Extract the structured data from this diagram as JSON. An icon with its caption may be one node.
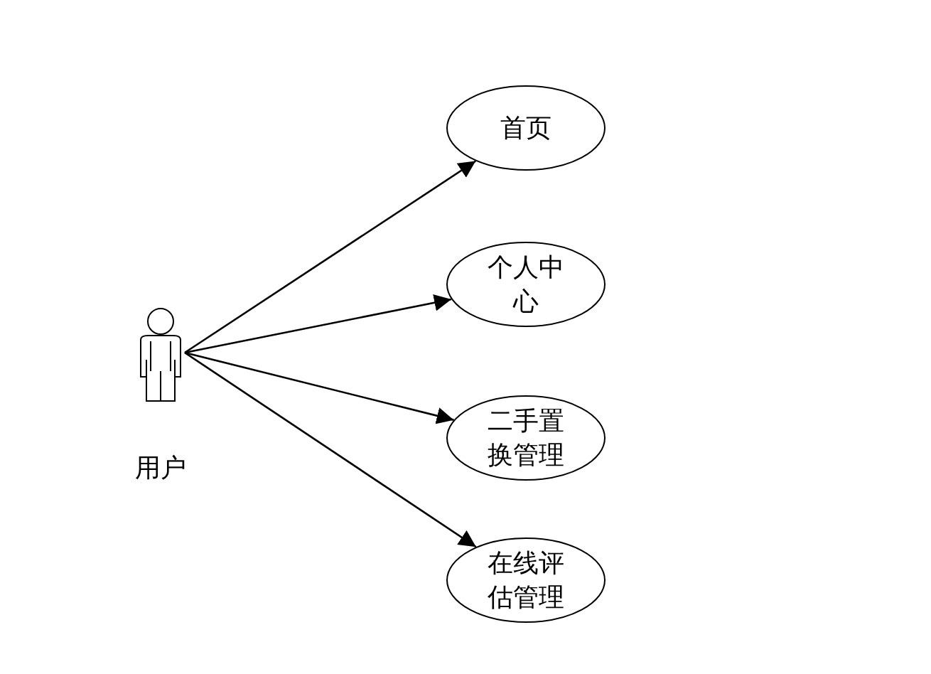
{
  "diagram": {
    "nodes": [
      {
        "text": [
          "用户"
        ]
      },
      {
        "text": [
          "首页"
        ]
      },
      {
        "text": [
          "个人中心"
        ]
      },
      {
        "text": [
          "二手置换管理"
        ]
      },
      {
        "text": [
          "在线评估管理"
        ]
      }
    ],
    "edges": [
      {
        "from": 0,
        "to": 1,
        "arrow": "to"
      },
      {
        "from": 0,
        "to": 2,
        "arrow": "to"
      },
      {
        "from": 0,
        "to": 3,
        "arrow": "to"
      },
      {
        "from": 0,
        "to": 4,
        "arrow": "to"
      }
    ]
  }
}
